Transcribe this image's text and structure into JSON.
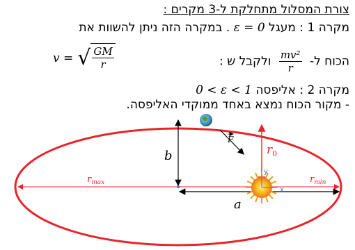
{
  "title": "צורת המסלול מתחלקת ל-3 מקרים :",
  "case1": {
    "prefix": "מקרה 1 : מעגל",
    "condition": "ε = 0",
    "suffix": ". במקרה הזה ניתן להשוות את"
  },
  "force_line": {
    "text_a": "הכוח ל-",
    "mv2_num": "mv²",
    "mv2_den": "r",
    "text_b": "ולקבל ש :",
    "v_lhs": "v =",
    "sqrt_num": "GM",
    "sqrt_den": "r"
  },
  "case2": {
    "condition": "0 < ε < 1",
    "text": "מקרה 2 : אליפסה"
  },
  "note": "- מקור הכוח נמצא באחד ממוקדי האליפסה.",
  "diagram": {
    "labels": {
      "b": "b",
      "a": "a",
      "r0": "r",
      "r0_sub": "0",
      "rmax": "r",
      "rmax_sub": "max",
      "rmin": "r",
      "rmin_sub": "min",
      "F": "F",
      "x_axis": "x",
      "y_axis": "y"
    },
    "colors": {
      "ellipse": "#e8242a",
      "arrow": "#000000",
      "sun": "#f6b21a",
      "axes": "#4a6fd0"
    },
    "icons": [
      "earth-icon",
      "sun-icon"
    ]
  }
}
